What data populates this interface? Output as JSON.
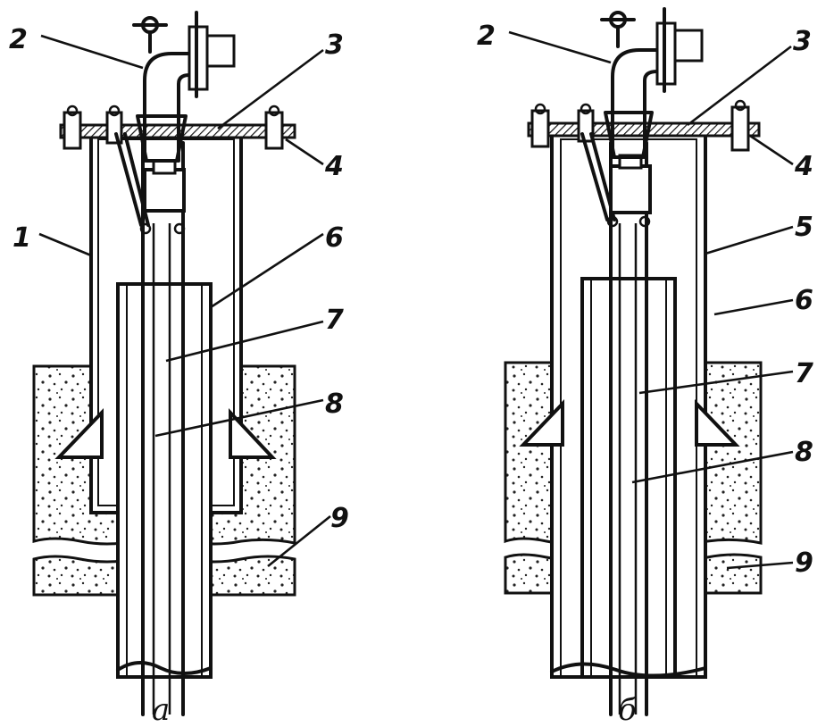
{
  "figure": {
    "panels": [
      {
        "id": "a",
        "caption": "а",
        "labels": [
          "1",
          "2",
          "3",
          "4",
          "6",
          "7",
          "8",
          "9"
        ]
      },
      {
        "id": "b",
        "caption": "б",
        "labels": [
          "2",
          "3",
          "4",
          "5",
          "6",
          "7",
          "8",
          "9"
        ]
      }
    ]
  }
}
